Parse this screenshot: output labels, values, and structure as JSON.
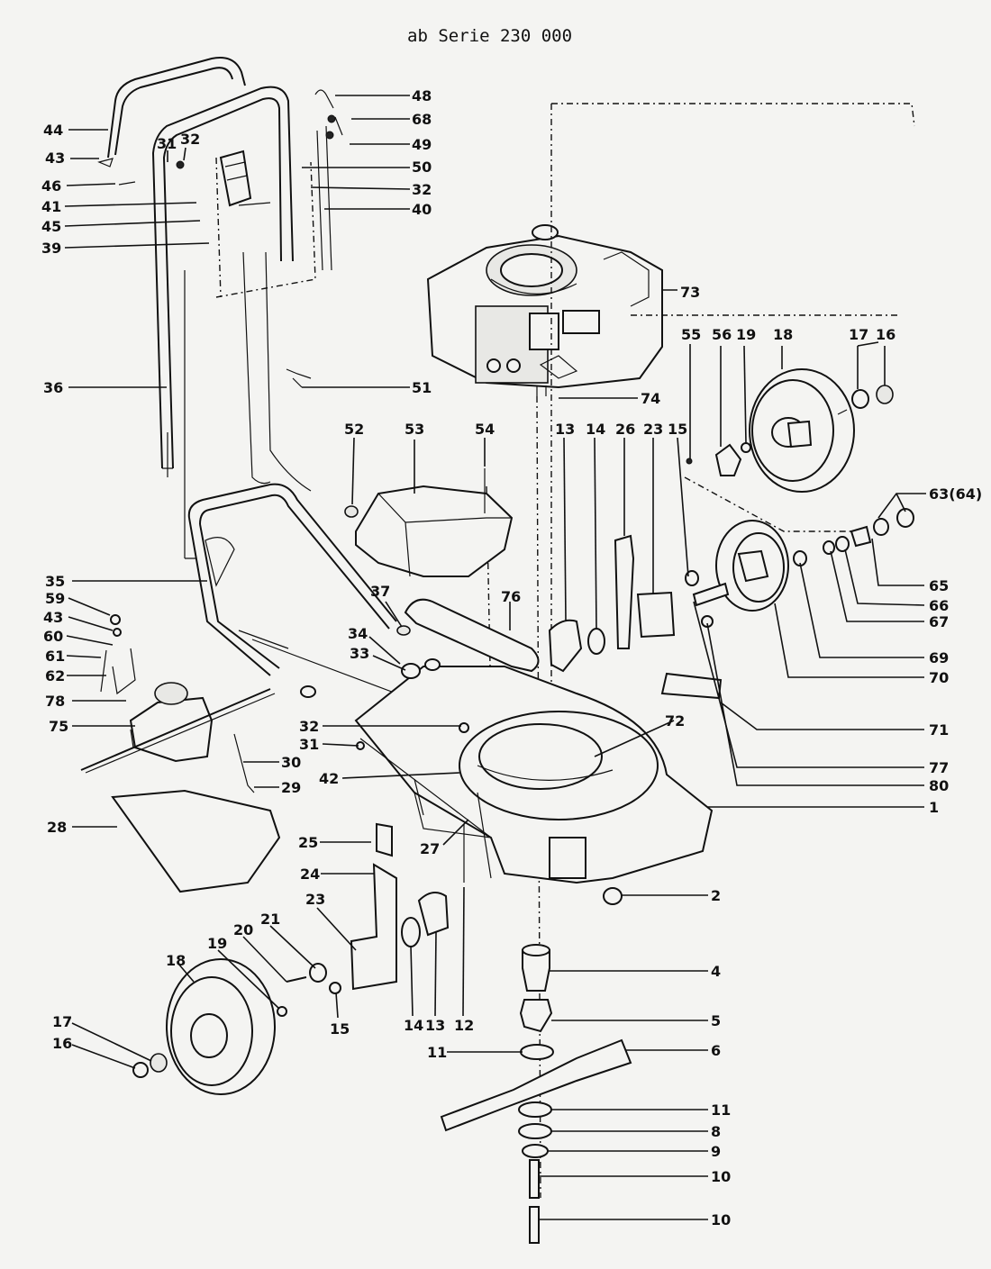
{
  "header": {
    "title": "ab Serie 230 000"
  },
  "callouts": [
    {
      "id": "c44",
      "label": "44"
    },
    {
      "id": "c43a",
      "label": "43"
    },
    {
      "id": "c31a",
      "label": "31"
    },
    {
      "id": "c32a",
      "label": "32"
    },
    {
      "id": "c46",
      "label": "46"
    },
    {
      "id": "c41",
      "label": "41"
    },
    {
      "id": "c45",
      "label": "45"
    },
    {
      "id": "c39",
      "label": "39"
    },
    {
      "id": "c48",
      "label": "48"
    },
    {
      "id": "c68",
      "label": "68"
    },
    {
      "id": "c49",
      "label": "49"
    },
    {
      "id": "c50",
      "label": "50"
    },
    {
      "id": "c32b",
      "label": "32"
    },
    {
      "id": "c40",
      "label": "40"
    },
    {
      "id": "c73",
      "label": "73"
    },
    {
      "id": "c36",
      "label": "36"
    },
    {
      "id": "c51",
      "label": "51"
    },
    {
      "id": "c74",
      "label": "74"
    },
    {
      "id": "c55",
      "label": "55"
    },
    {
      "id": "c56",
      "label": "56"
    },
    {
      "id": "c19a",
      "label": "19"
    },
    {
      "id": "c18a",
      "label": "18"
    },
    {
      "id": "c17a",
      "label": "17"
    },
    {
      "id": "c16a",
      "label": "16"
    },
    {
      "id": "c52",
      "label": "52"
    },
    {
      "id": "c53",
      "label": "53"
    },
    {
      "id": "c54",
      "label": "54"
    },
    {
      "id": "c13a",
      "label": "13"
    },
    {
      "id": "c14a",
      "label": "14"
    },
    {
      "id": "c26",
      "label": "26"
    },
    {
      "id": "c23a",
      "label": "23"
    },
    {
      "id": "c15a",
      "label": "15"
    },
    {
      "id": "c63",
      "label": "63(64)"
    },
    {
      "id": "c35",
      "label": "35"
    },
    {
      "id": "c59",
      "label": "59"
    },
    {
      "id": "c43b",
      "label": "43"
    },
    {
      "id": "c60",
      "label": "60"
    },
    {
      "id": "c61",
      "label": "61"
    },
    {
      "id": "c62",
      "label": "62"
    },
    {
      "id": "c78",
      "label": "78"
    },
    {
      "id": "c75",
      "label": "75"
    },
    {
      "id": "c37",
      "label": "37"
    },
    {
      "id": "c76",
      "label": "76"
    },
    {
      "id": "c34",
      "label": "34"
    },
    {
      "id": "c33",
      "label": "33"
    },
    {
      "id": "c65",
      "label": "65"
    },
    {
      "id": "c66",
      "label": "66"
    },
    {
      "id": "c67",
      "label": "67"
    },
    {
      "id": "c69",
      "label": "69"
    },
    {
      "id": "c70",
      "label": "70"
    },
    {
      "id": "c71",
      "label": "71"
    },
    {
      "id": "c72",
      "label": "72"
    },
    {
      "id": "c32c",
      "label": "32"
    },
    {
      "id": "c31b",
      "label": "31"
    },
    {
      "id": "c30",
      "label": "30"
    },
    {
      "id": "c77",
      "label": "77"
    },
    {
      "id": "c42",
      "label": "42"
    },
    {
      "id": "c80",
      "label": "80"
    },
    {
      "id": "c29",
      "label": "29"
    },
    {
      "id": "c1",
      "label": "1"
    },
    {
      "id": "c28",
      "label": "28"
    },
    {
      "id": "c25",
      "label": "25"
    },
    {
      "id": "c27",
      "label": "27"
    },
    {
      "id": "c24",
      "label": "24"
    },
    {
      "id": "c2",
      "label": "2"
    },
    {
      "id": "c23b",
      "label": "23"
    },
    {
      "id": "c21",
      "label": "21"
    },
    {
      "id": "c20",
      "label": "20"
    },
    {
      "id": "c19b",
      "label": "19"
    },
    {
      "id": "c18b",
      "label": "18"
    },
    {
      "id": "c4",
      "label": "4"
    },
    {
      "id": "c5",
      "label": "5"
    },
    {
      "id": "c15b",
      "label": "15"
    },
    {
      "id": "c14b",
      "label": "14"
    },
    {
      "id": "c13b",
      "label": "13"
    },
    {
      "id": "c12",
      "label": "12"
    },
    {
      "id": "c17b",
      "label": "17"
    },
    {
      "id": "c11a",
      "label": "11"
    },
    {
      "id": "c6",
      "label": "6"
    },
    {
      "id": "c16b",
      "label": "16"
    },
    {
      "id": "c11b",
      "label": "11"
    },
    {
      "id": "c8",
      "label": "8"
    },
    {
      "id": "c9",
      "label": "9"
    },
    {
      "id": "c10a",
      "label": "10"
    },
    {
      "id": "c10b",
      "label": "10"
    }
  ]
}
